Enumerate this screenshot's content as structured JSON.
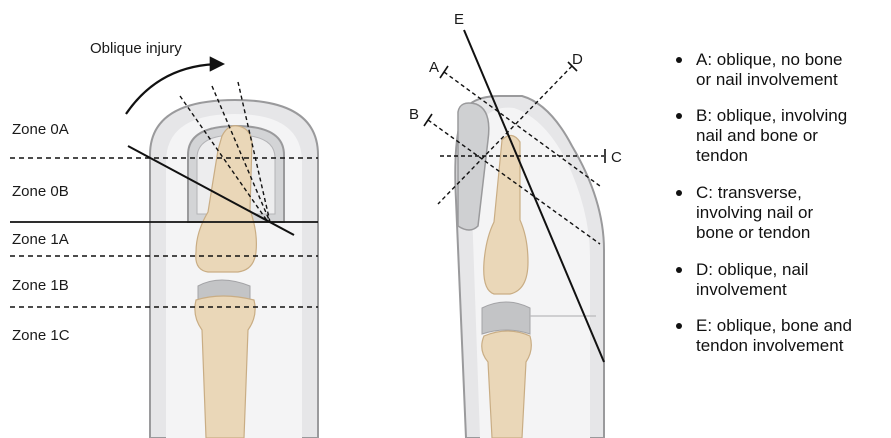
{
  "left_panel": {
    "injury_label": "Oblique injury",
    "zones": [
      "Zone 0A",
      "Zone 0B",
      "Zone 1A",
      "Zone 1B",
      "Zone 1C"
    ]
  },
  "right_panel": {
    "line_labels": {
      "A": "A",
      "B": "B",
      "C": "C",
      "D": "D",
      "E": "E"
    }
  },
  "legend": {
    "items": [
      {
        "lines": [
          "A: oblique, no bone",
          "or nail involvement"
        ]
      },
      {
        "lines": [
          "B: oblique, involving",
          "nail and bone or",
          "tendon"
        ]
      },
      {
        "lines": [
          "C: transverse,",
          "involving nail or",
          "bone or tendon"
        ]
      },
      {
        "lines": [
          "D: oblique, nail",
          "involvement"
        ]
      },
      {
        "lines": [
          "E: oblique, bone and",
          "tendon involvement"
        ]
      }
    ]
  },
  "colors": {
    "skin_outline": "#9a9a9c",
    "skin_fill": "#e6e6e8",
    "skin_highlight": "#f7f7f8",
    "nail_fill": "#cfd0d2",
    "bone_fill": "#ead7b8",
    "bone_outline": "#c9ad84",
    "joint": "#c3c4c6",
    "line": "#111111"
  }
}
